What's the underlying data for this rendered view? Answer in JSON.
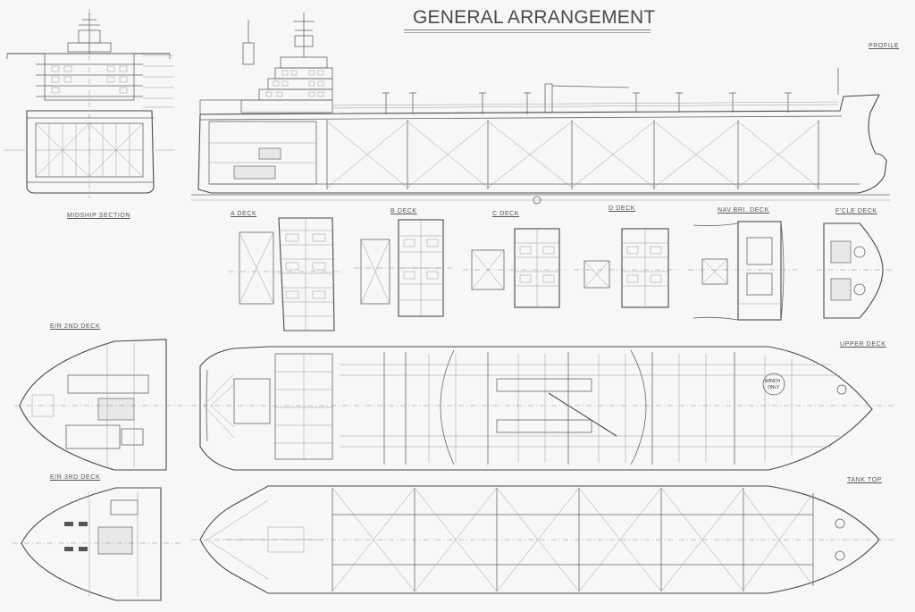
{
  "title": "GENERAL ARRANGEMENT",
  "views": {
    "profile": "PROFILE",
    "midship_section": "MIDSHIP SECTION",
    "a_deck": "A DECK",
    "b_deck": "B DECK",
    "c_deck": "C DECK",
    "d_deck": "D DECK",
    "nav_bri_deck": "NAV.BRI. DECK",
    "fcle_deck": "F'CLE DECK",
    "er_2nd_deck": "E/R 2ND DECK",
    "upper_deck": "UPPER DECK",
    "er_3rd_deck": "E/R 3RD DECK",
    "tank_top": "TANK TOP"
  },
  "callouts": {
    "winch_only": "WINCH ONLY"
  }
}
